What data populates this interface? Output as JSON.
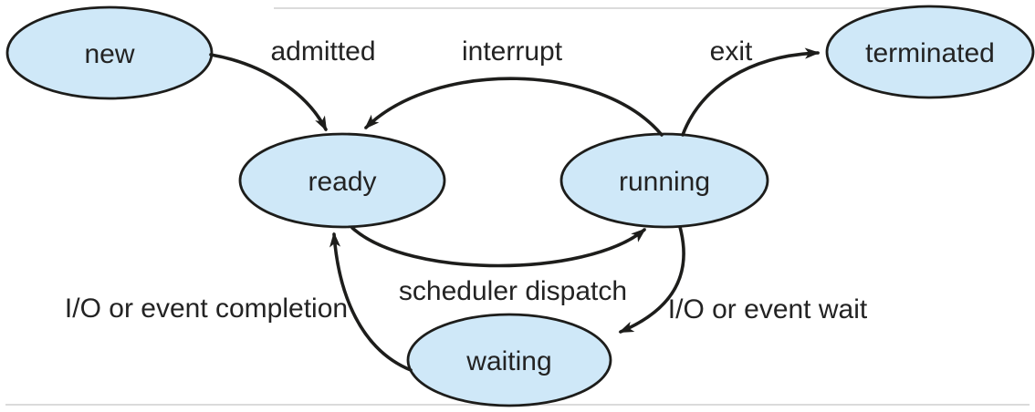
{
  "diagram": {
    "type": "state-transition-diagram",
    "states": {
      "new": {
        "label": "new"
      },
      "ready": {
        "label": "ready"
      },
      "running": {
        "label": "running"
      },
      "waiting": {
        "label": "waiting"
      },
      "terminated": {
        "label": "terminated"
      }
    },
    "transitions": {
      "admitted": {
        "label": "admitted",
        "from": "new",
        "to": "ready"
      },
      "interrupt": {
        "label": "interrupt",
        "from": "running",
        "to": "ready"
      },
      "scheduler_dispatch": {
        "label": "scheduler dispatch",
        "from": "ready",
        "to": "running"
      },
      "exit": {
        "label": "exit",
        "from": "running",
        "to": "terminated"
      },
      "io_event_wait": {
        "label": "I/O or event wait",
        "from": "running",
        "to": "waiting"
      },
      "io_event_completion": {
        "label": "I/O or event completion",
        "from": "waiting",
        "to": "ready"
      }
    },
    "colors": {
      "node_fill": "#cfe8f8",
      "node_stroke": "#1d1d1b",
      "arrow": "#1d1d1b",
      "text": "#232323"
    }
  }
}
